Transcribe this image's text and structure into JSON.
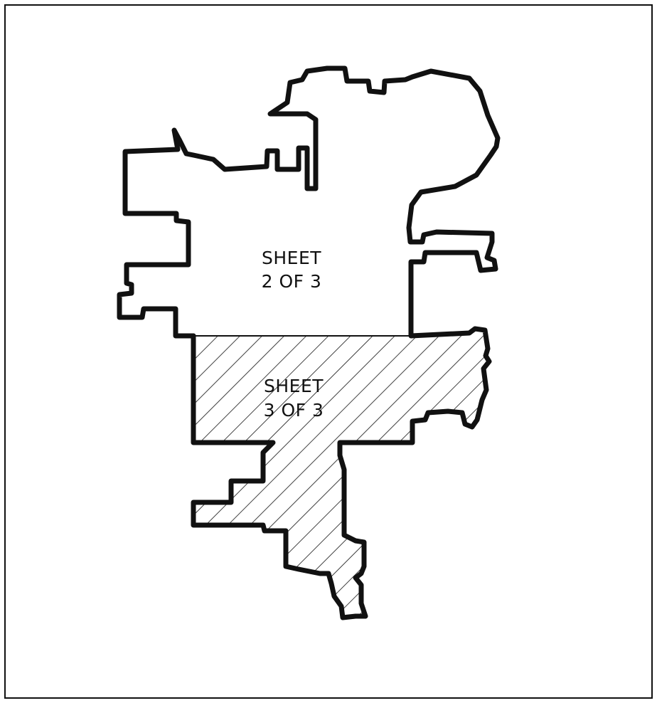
{
  "map": {
    "regions": [
      {
        "id": "sheet-2",
        "label_line1": "SHEET",
        "label_line2": "2 OF 3",
        "hatched": false
      },
      {
        "id": "sheet-3",
        "label_line1": "SHEET",
        "label_line2": "3 OF 3",
        "hatched": true
      }
    ],
    "colors": {
      "outline": "#111111",
      "background": "#ffffff"
    }
  }
}
